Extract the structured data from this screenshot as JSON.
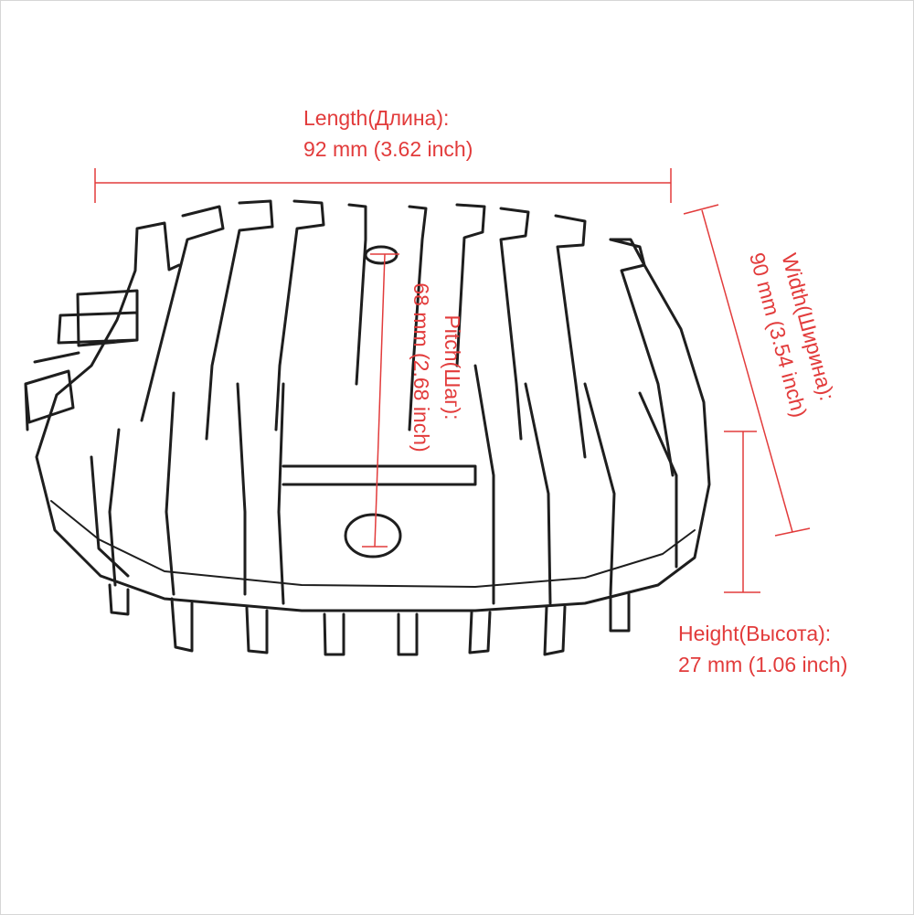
{
  "dimensions": {
    "length": {
      "title": "Length(Длина):",
      "value": "92 mm (3.62 inch)"
    },
    "width": {
      "title": "Width(Ширина):",
      "value": "90 mm (3.54 inch)"
    },
    "pitch": {
      "title": "Pitch(Шаг):",
      "value": "68 mm (2.68 inch)"
    },
    "height": {
      "title": "Height(Высота):",
      "value": "27 mm (1.06 inch)"
    }
  },
  "colors": {
    "annotation": "#e23b3b",
    "sketch": "#1e1e1e",
    "background": "#ffffff"
  },
  "illustration": {
    "subject": "finned-heatsink-rectifier-regulator",
    "fin_count": 9,
    "mount_holes": 2
  }
}
